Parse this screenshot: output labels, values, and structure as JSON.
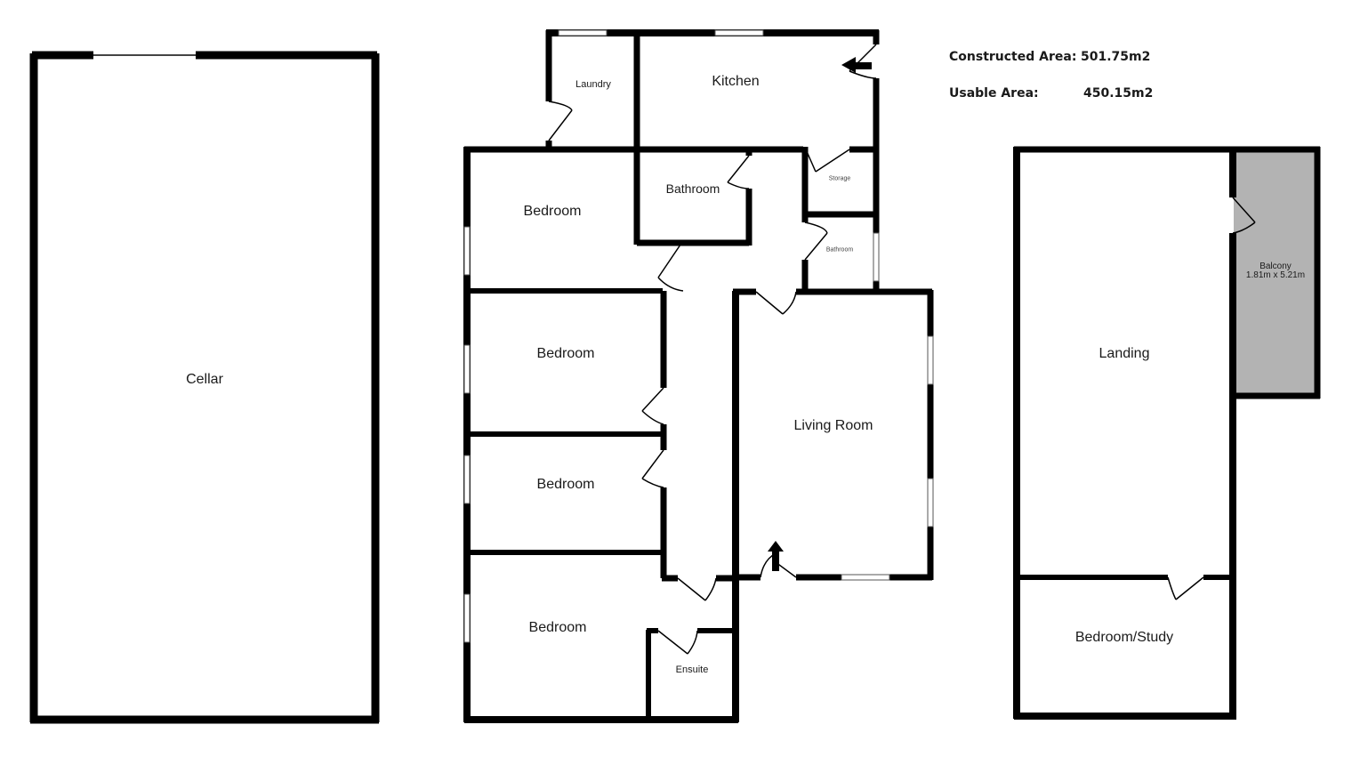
{
  "summary": {
    "constructed_label": "Constructed Area:",
    "constructed_value": "501.75m2",
    "usable_label": "Usable Area:",
    "usable_value": "450.15m2"
  },
  "floors": {
    "cellar": {
      "rooms": {
        "cellar": "Cellar"
      }
    },
    "ground": {
      "rooms": {
        "laundry": "Laundry",
        "kitchen": "Kitchen",
        "bathroom_main": "Bathroom",
        "storage": "Storage",
        "bathroom_small": "Bathroom",
        "bedroom_1": "Bedroom",
        "bedroom_2": "Bedroom",
        "bedroom_3": "Bedroom",
        "bedroom_4": "Bedroom",
        "ensuite": "Ensuite",
        "living_room": "Living Room"
      }
    },
    "upper": {
      "rooms": {
        "landing": "Landing",
        "bedroom_study": "Bedroom/Study",
        "balcony": "Balcony",
        "balcony_size": "1.81m x 5.21m"
      }
    }
  },
  "colors": {
    "wall": "#000000",
    "balcony_fill": "#b3b3b3",
    "window": "#ffffff"
  }
}
